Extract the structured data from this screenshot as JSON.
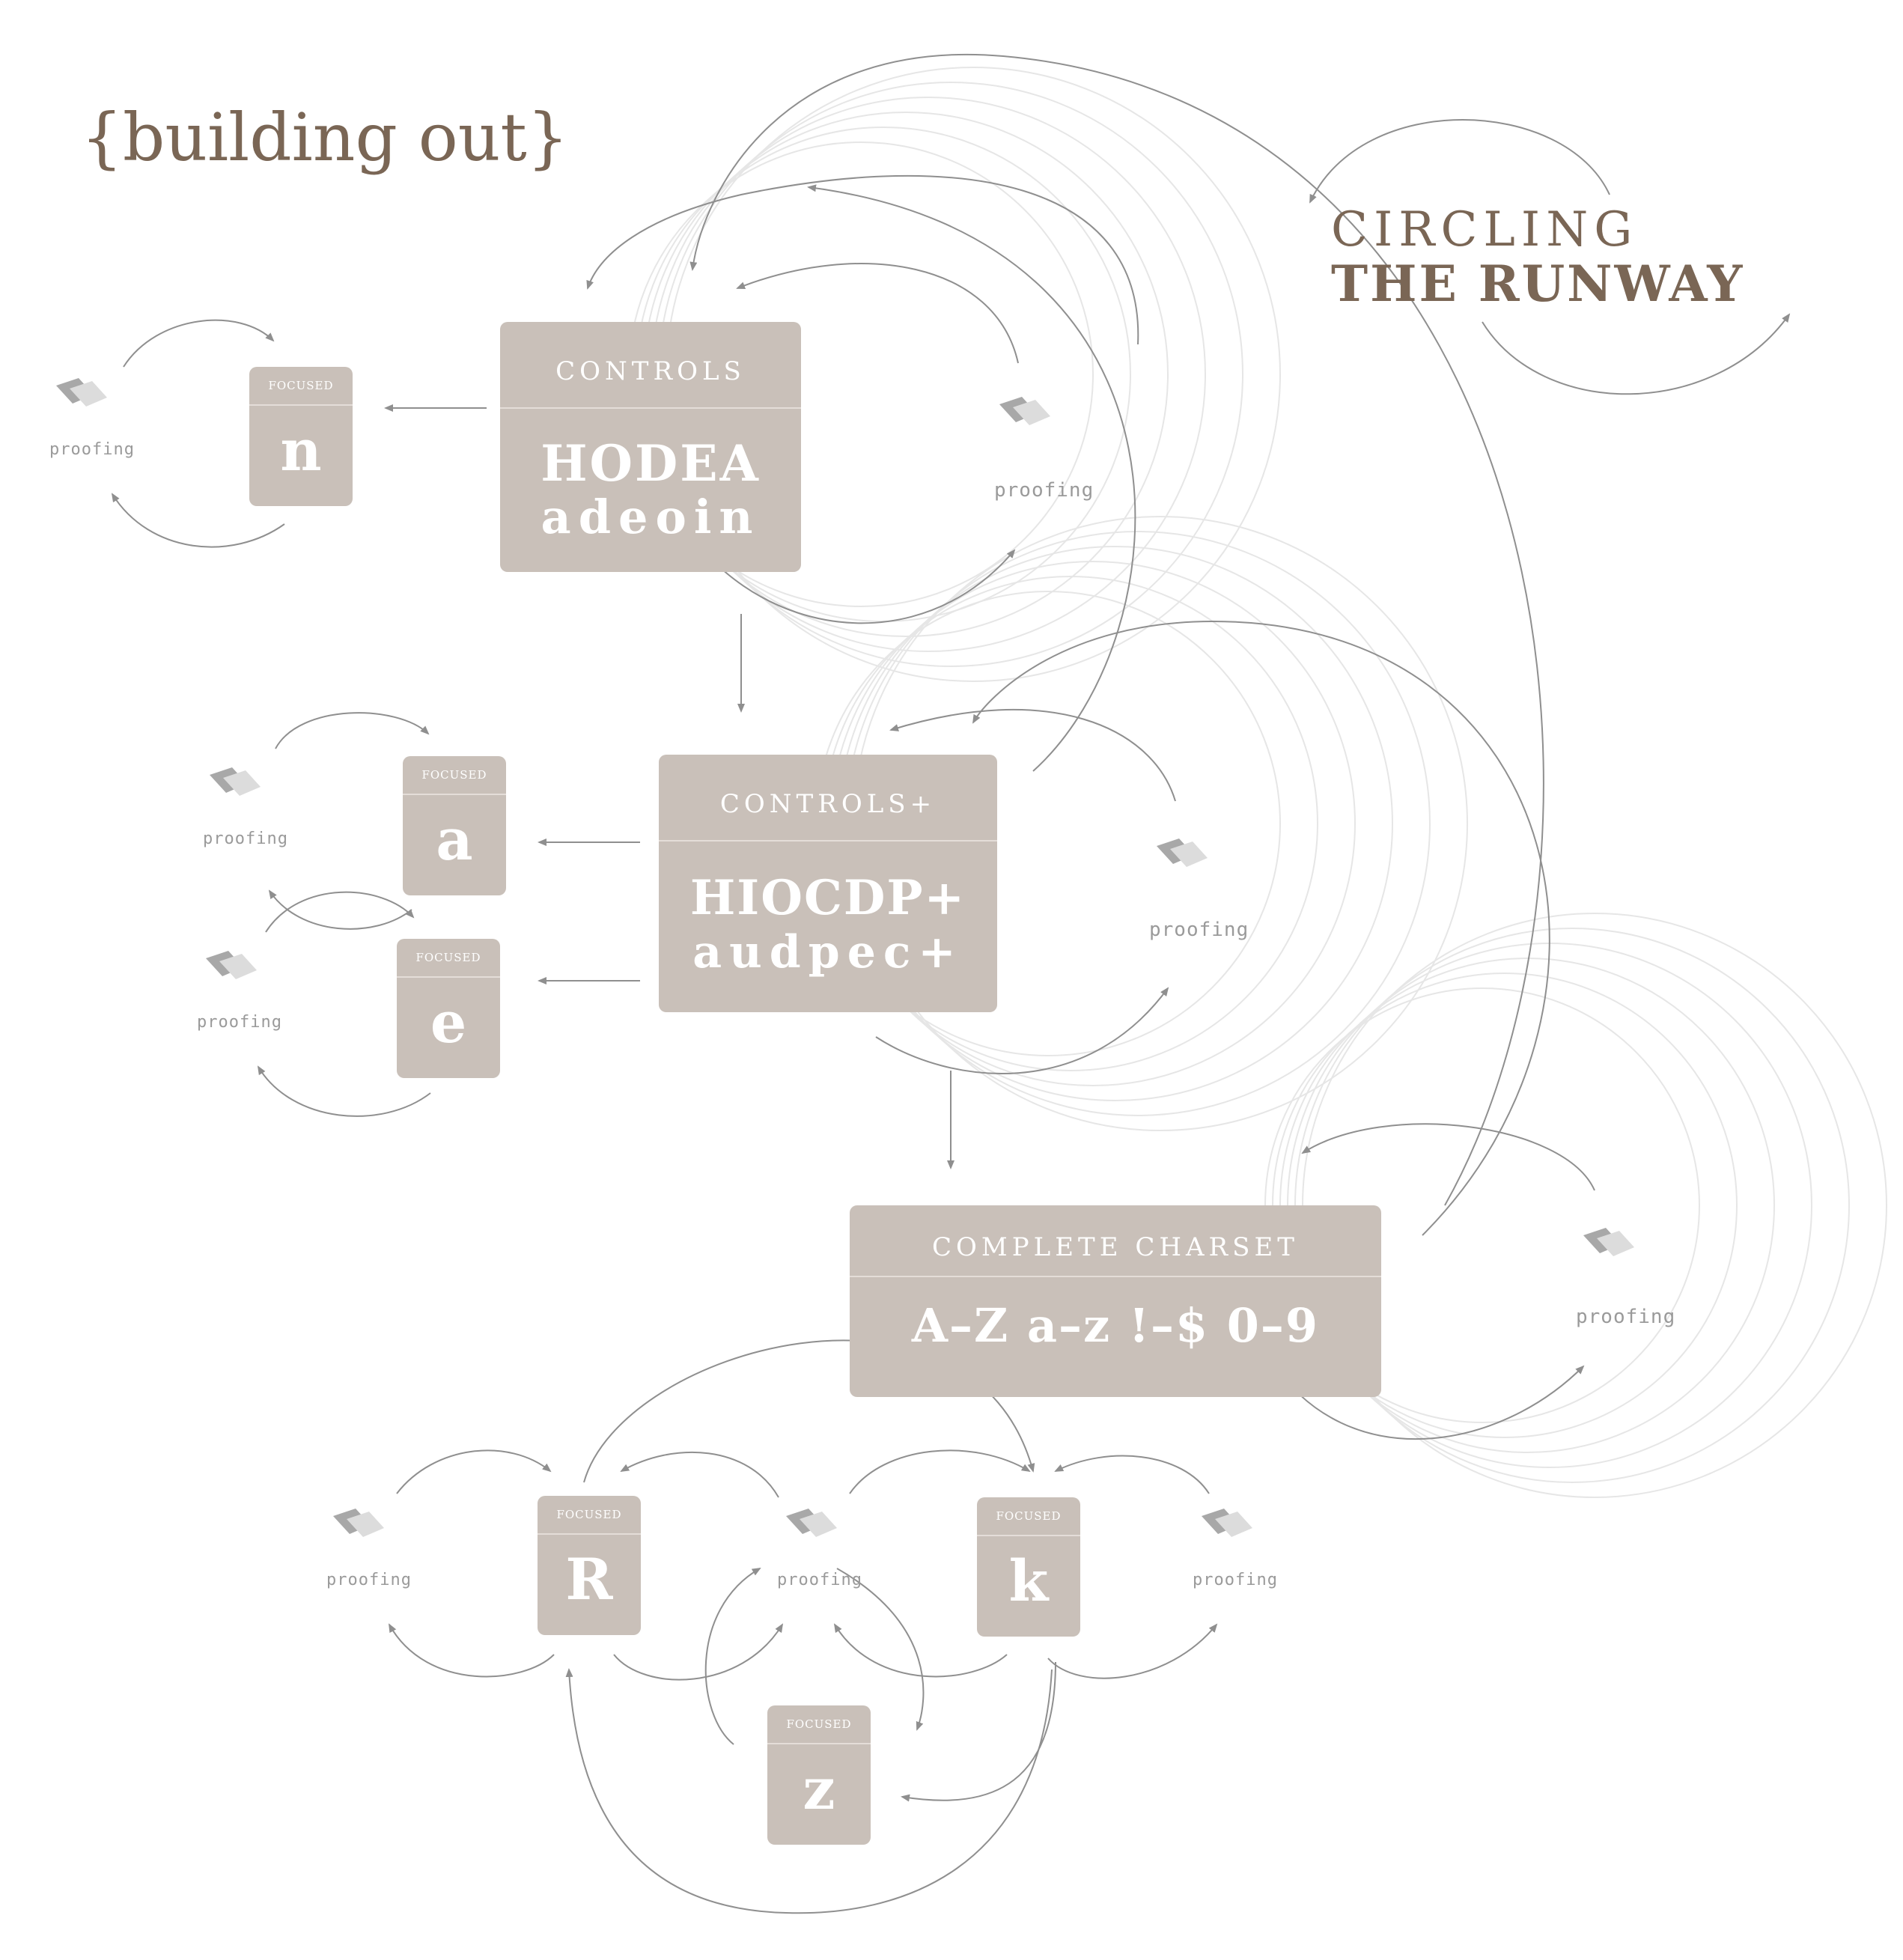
{
  "header": {
    "title": "{building out}"
  },
  "runway": {
    "line1": "CIRCLING",
    "line2": "THE RUNWAY"
  },
  "proof_label": "proofing",
  "focused_label": "FOCUSED",
  "stage1": {
    "caption": "CONTROLS",
    "upper": "HODEA",
    "lower": "adeoin"
  },
  "stage2": {
    "caption": "CONTROLS+",
    "upper": "HIOCDP+",
    "lower": "audpec+"
  },
  "stage3": {
    "caption": "COMPLETE CHARSET",
    "chars": "A–Z a–z !–$ 0–9"
  },
  "focus": {
    "n": "n",
    "a": "a",
    "e": "e",
    "R": "R",
    "k": "k",
    "z": "z"
  },
  "colors": {
    "box": "#c9c0b9",
    "heading": "#7a6655",
    "arrow": "#8f8f8f",
    "ring": "#e6e6e6"
  }
}
